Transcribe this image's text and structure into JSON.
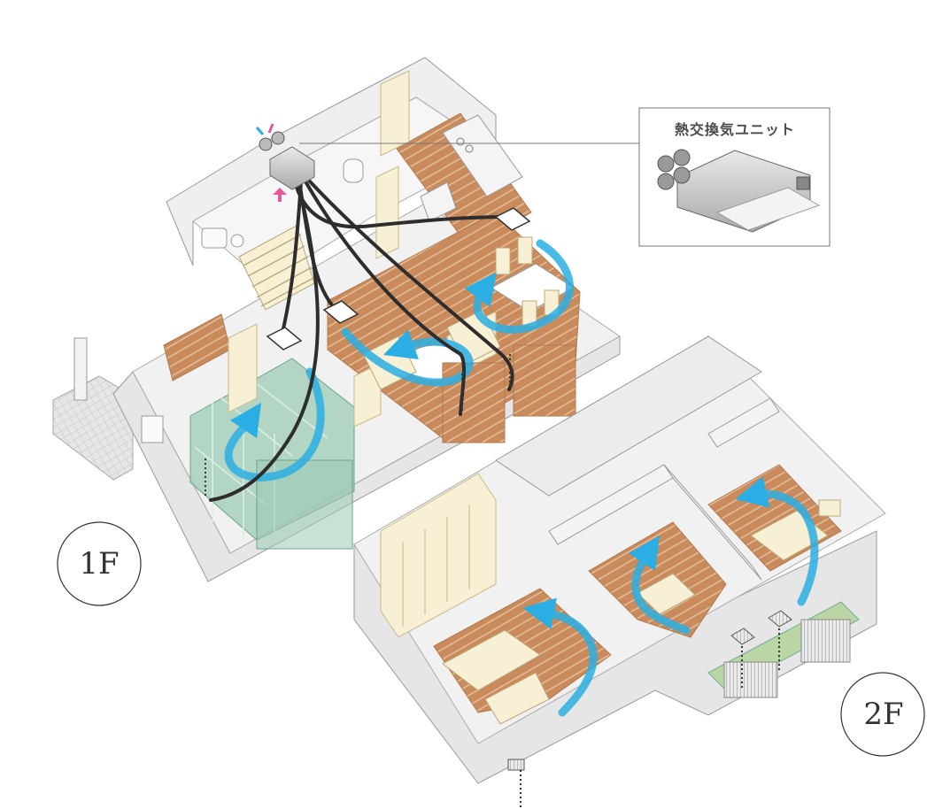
{
  "callout": {
    "title": "熱交換気ユニット"
  },
  "floors": {
    "first": "1F",
    "second": "2F"
  },
  "colors": {
    "wall": "#f4f4f4",
    "wall_shade": "#dcdcdc",
    "wall_line": "#9a9a9a",
    "wood": "#c98a5c",
    "wood_line": "#e8c3a0",
    "cream": "#f8f0d4",
    "glass": "#9ccbb4",
    "tile": "#d8d8d8",
    "airflow": "#2aaee3",
    "duct": "#2d2d2d",
    "exhaust_arrow": "#e8569b",
    "intake_arrow": "#2aaee3",
    "unit_metal": "#c8c8c8"
  }
}
